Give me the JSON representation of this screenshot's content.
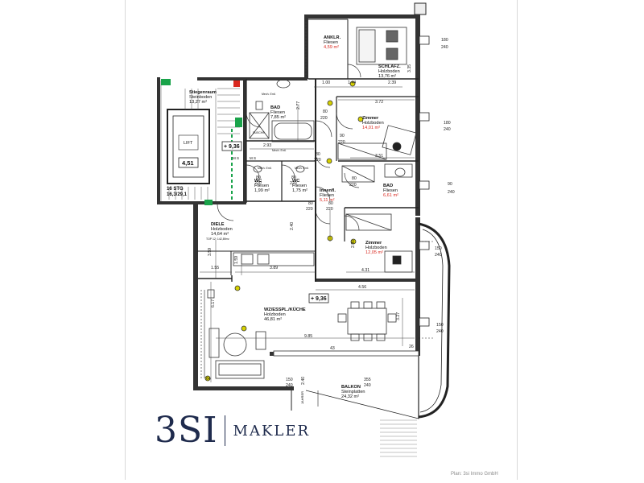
{
  "rooms": [
    {
      "key": "ankl",
      "name": "ANKLR.",
      "floor": "Fliesen",
      "area": "4,59 m²",
      "red": true
    },
    {
      "key": "schlafz",
      "name": "SCHLAFZ.",
      "floor": "Holzboden",
      "area": "13,76 m²",
      "red": false
    },
    {
      "key": "stiegen",
      "name": "Stiegenraum",
      "floor": "Steinboden",
      "area": "13,27 m²",
      "red": false
    },
    {
      "key": "bad1",
      "name": "BAD",
      "floor": "Fliesen",
      "area": "7,85 m²",
      "red": false
    },
    {
      "key": "zimmer1",
      "name": "Zimmer",
      "floor": "Holzboden",
      "area": "14,01 m²",
      "red": true
    },
    {
      "key": "wc1",
      "name": "WC",
      "floor": "Fliesen",
      "area": "1,99 m²",
      "red": false
    },
    {
      "key": "wc2",
      "name": "WC",
      "floor": "Fliesen",
      "area": "1,75 m²",
      "red": false
    },
    {
      "key": "innenfl",
      "name": "Innenfl.",
      "floor": "Fliesen",
      "area": "5,11 m²",
      "red": true
    },
    {
      "key": "bad2",
      "name": "BAD",
      "floor": "Fliesen",
      "area": "6,61 m²",
      "red": true
    },
    {
      "key": "diele",
      "name": "DIELE",
      "floor": "Holzboden",
      "area": "14,64 m²",
      "red": false
    },
    {
      "key": "zimmer2",
      "name": "Zimmer",
      "floor": "Holzboden",
      "area": "12,05 m²",
      "red": true
    },
    {
      "key": "wz",
      "name": "WZ/ESSPL./KÜCHE",
      "floor": "Holzboden",
      "area": "46,81 m²",
      "red": false
    },
    {
      "key": "balkon",
      "name": "BALKON",
      "floor": "Steinplatten",
      "area": "24,32 m²",
      "red": false
    }
  ],
  "labels": {
    "lift": "LIFT",
    "level_451": "4,51",
    "level_936_a": "+ 9,36",
    "level_936_b": "+ 9,36",
    "stairs_1": "16 STG",
    "stairs_2": "16,3/29,1",
    "dusche": "DUSCHE",
    "top": "TOP 12: 142,89m²",
    "ms": "M S",
    "ms2": "M S",
    "jk": "JAHRER",
    "mech_1": "Mech. Entl.",
    "mech_2": "Mech. Entl.",
    "mech_3": "Mech. Entl.",
    "mech_4": "Mech. Entl."
  },
  "dimensions": {
    "d_180_240_a": [
      "180",
      "240"
    ],
    "d_180_240_b": [
      "180",
      "240"
    ],
    "d_90_240": [
      "90",
      "240"
    ],
    "d_150_240_a": [
      "150",
      "240"
    ],
    "d_150_240_b": [
      "150",
      "240"
    ],
    "d_150_240_c": [
      "150",
      "240"
    ],
    "d_80_220": [
      "80",
      "220"
    ],
    "d_90_220": [
      "90",
      "220"
    ],
    "d_355_240": [
      "355",
      "240"
    ],
    "d_100": "1.00",
    "d_239": "2.39",
    "d_293": "2.93",
    "d_372": "3.72",
    "d_351": "3.51",
    "d_240": "2.40",
    "d_290": "2.90",
    "d_359": "3.59",
    "d_155": "1.55",
    "d_389": "3.89",
    "d_431": "4.31",
    "d_456": "4.56",
    "d_617": "6.17",
    "d_985": "9.85",
    "d_43": "43",
    "d_26": "26",
    "d_64": "64",
    "d_327": "3.27",
    "d_277": "2.77",
    "d_159": "1.59",
    "d_144": "1.44",
    "d_335": "3.35",
    "d_240b": "2.40"
  },
  "brand": {
    "main": "3SI",
    "sub": "MAKLER"
  },
  "footer": "Plan: 3si Immo GmbH",
  "colors": {
    "area_red": "#d9281f",
    "walls": "#222222",
    "logo": "#1f2b4d",
    "exit_sign": "#1aa34a"
  }
}
